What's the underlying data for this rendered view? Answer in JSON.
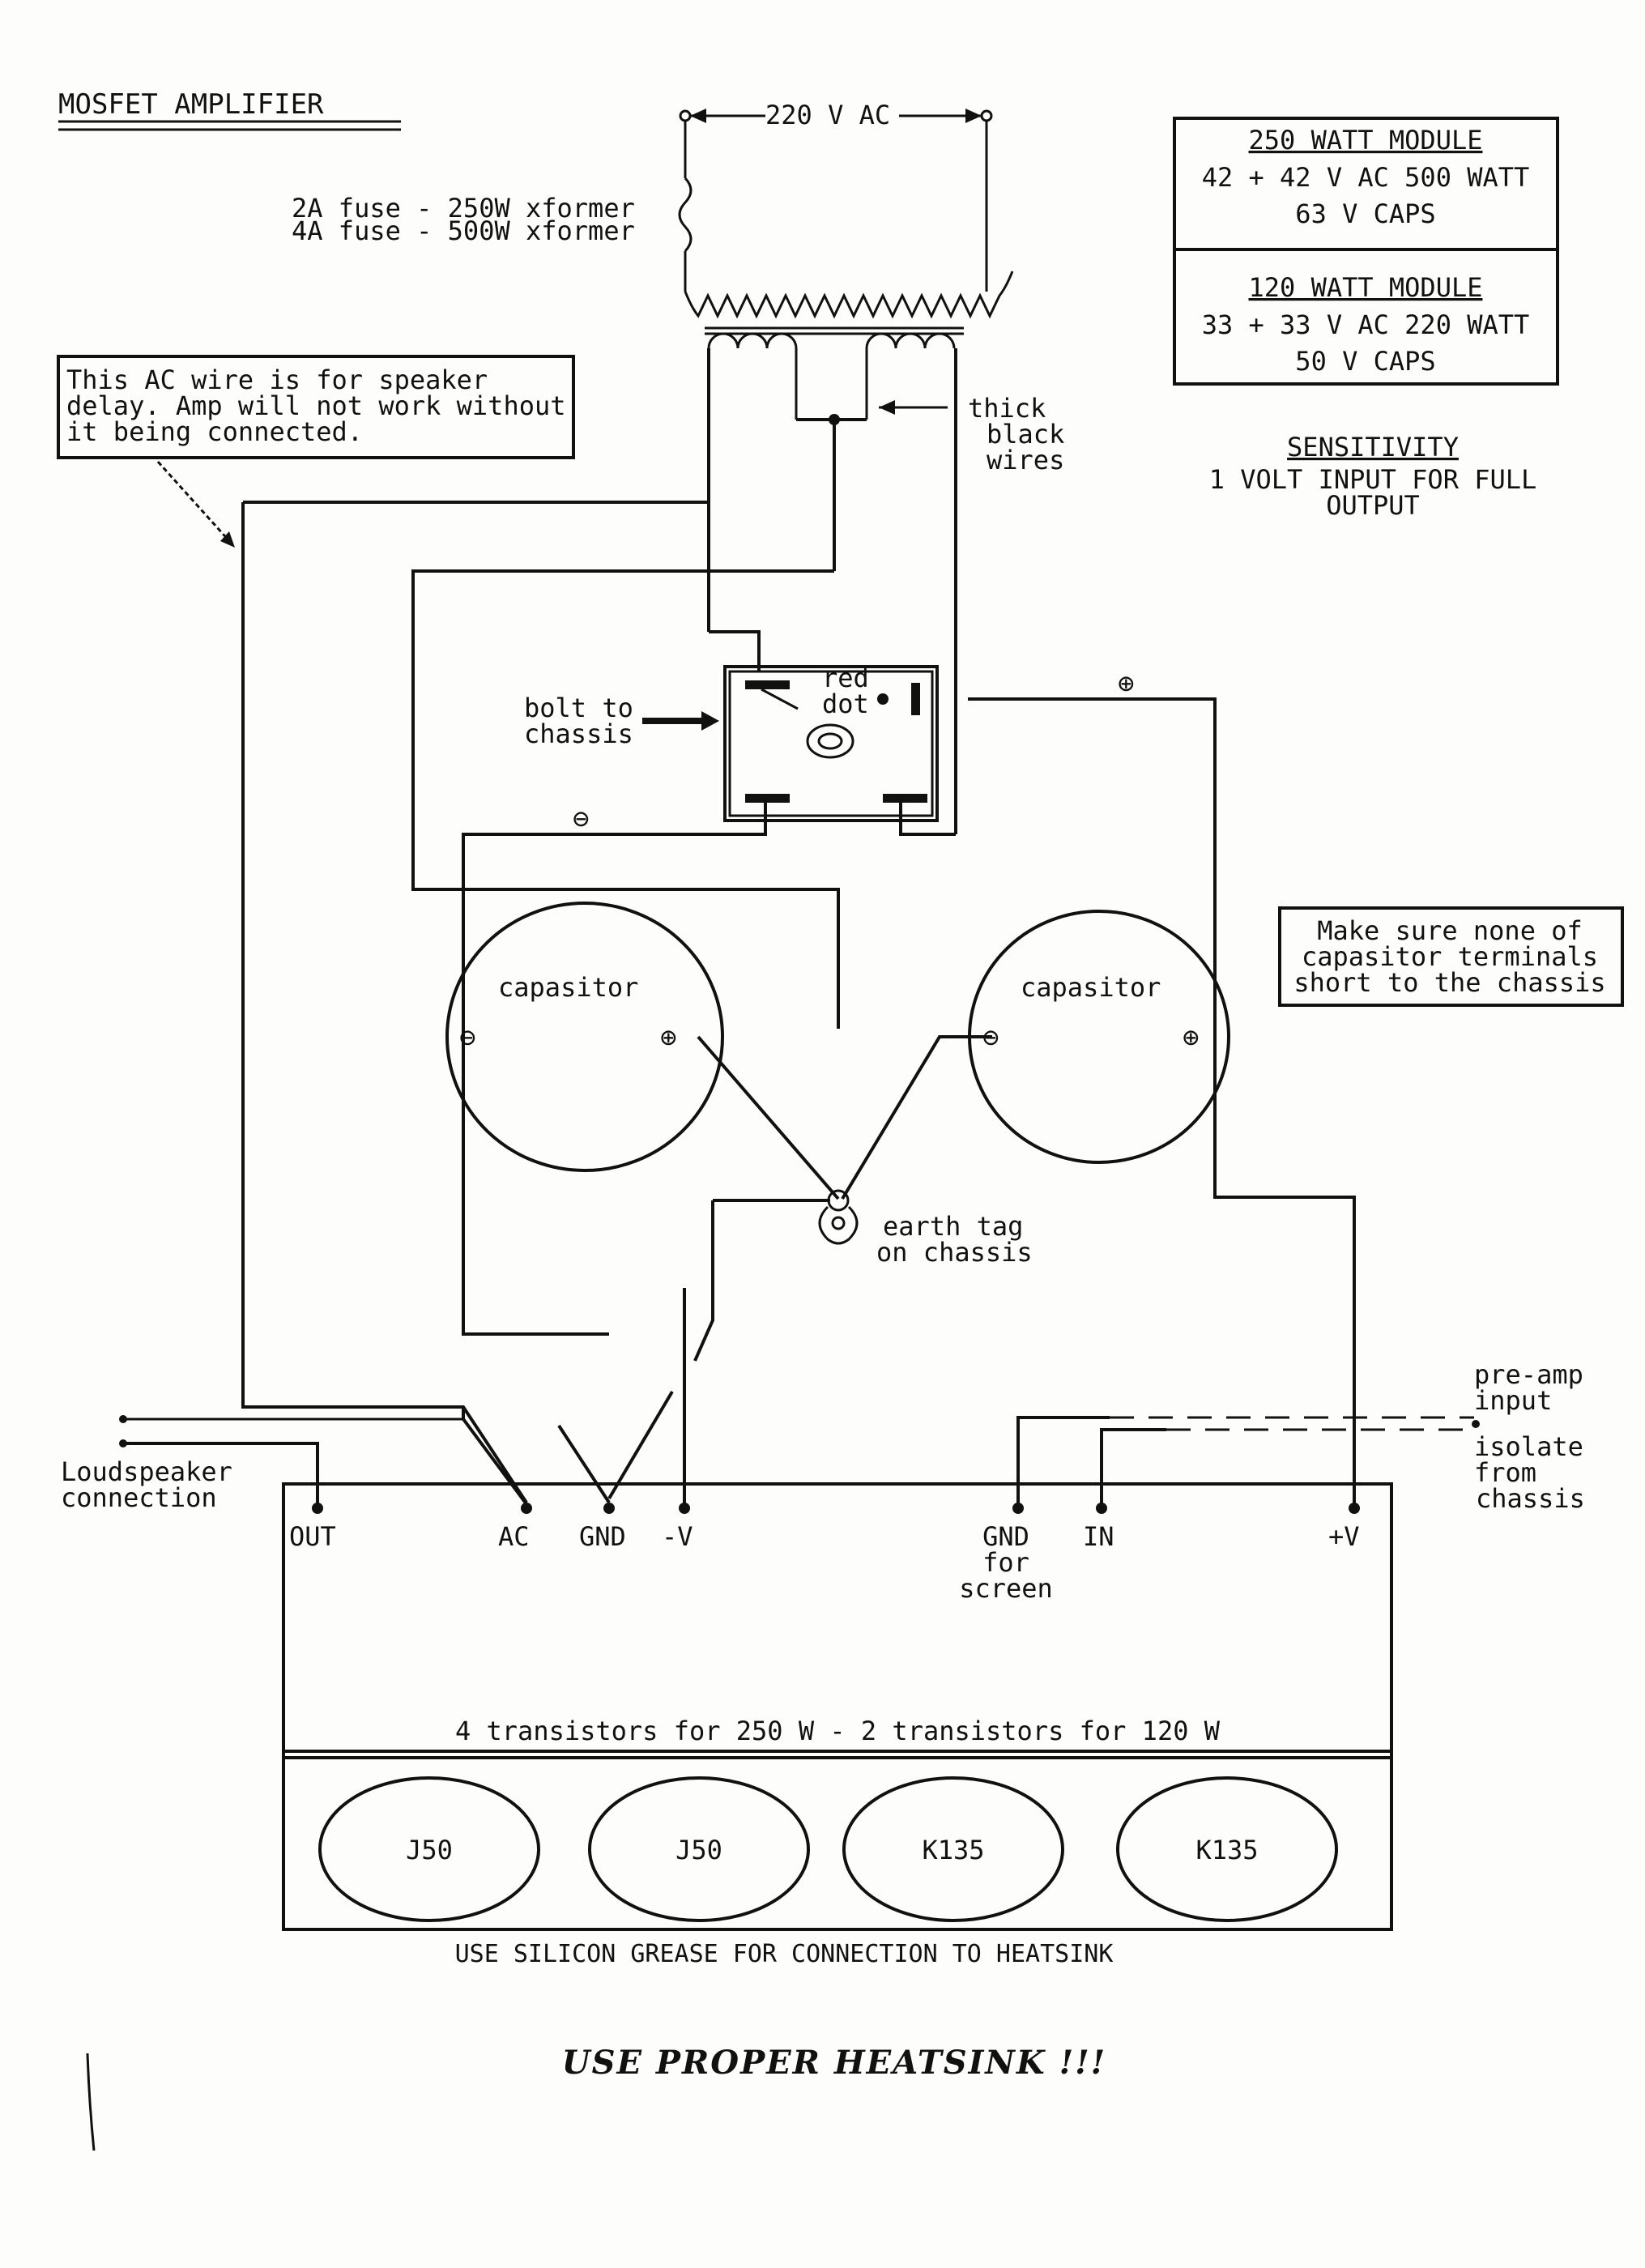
{
  "title": "MOSFET AMPLIFIER",
  "supply": {
    "mains": "220 V AC",
    "fuse_lines": [
      "2A fuse - 250W xformer",
      "4A fuse - 500W xformer"
    ],
    "thick_wires": [
      "thick",
      "black",
      "wires"
    ]
  },
  "speaker_delay_note": [
    "This AC wire is for speaker",
    "delay. Amp will not work without",
    "it being connected."
  ],
  "modules": [
    {
      "title": "250 WATT MODULE",
      "lines": [
        "42 + 42 V AC  500 WATT",
        "63 V CAPS"
      ]
    },
    {
      "title": "120 WATT MODULE",
      "lines": [
        "33 + 33 V AC 220 WATT",
        "50 V CAPS"
      ]
    }
  ],
  "sensitivity": {
    "title": "SENSITIVITY",
    "lines": [
      "1 VOLT INPUT FOR FULL",
      "OUTPUT"
    ]
  },
  "rectifier": {
    "bolt_label": [
      "bolt to",
      "chassis"
    ],
    "red_dot": [
      "red",
      "dot"
    ]
  },
  "capacitors": [
    {
      "label": "capasitor",
      "neg": "⊖",
      "pos": "⊕"
    },
    {
      "label": "capasitor",
      "neg": "⊖",
      "pos": "⊕"
    }
  ],
  "polarity": {
    "minus": "⊖",
    "plus": "⊕"
  },
  "short_warning": [
    "Make sure none of",
    "capasitor terminals",
    "short to the chassis"
  ],
  "earth_tag": [
    "earth tag",
    "on chassis"
  ],
  "loudspeaker": [
    "Loudspeaker",
    "connection"
  ],
  "preamp": [
    "pre-amp",
    "input"
  ],
  "isolate": [
    "isolate",
    "from",
    "chassis"
  ],
  "module_pins": {
    "out": "OUT",
    "ac": "AC",
    "gnd": "GND",
    "neg_v": "-V",
    "gnd_screen": [
      "GND",
      "for",
      "screen"
    ],
    "in": "IN",
    "pos_v": "+V"
  },
  "transistor_note": "4 transistors for 250 W - 2 transistors for 120 W",
  "transistors": [
    "J50",
    "J50",
    "K135",
    "K135"
  ],
  "grease_note": "USE SILICON GREASE FOR CONNECTION TO HEATSINK",
  "heatsink_warning": "USE PROPER HEATSINK !!!"
}
